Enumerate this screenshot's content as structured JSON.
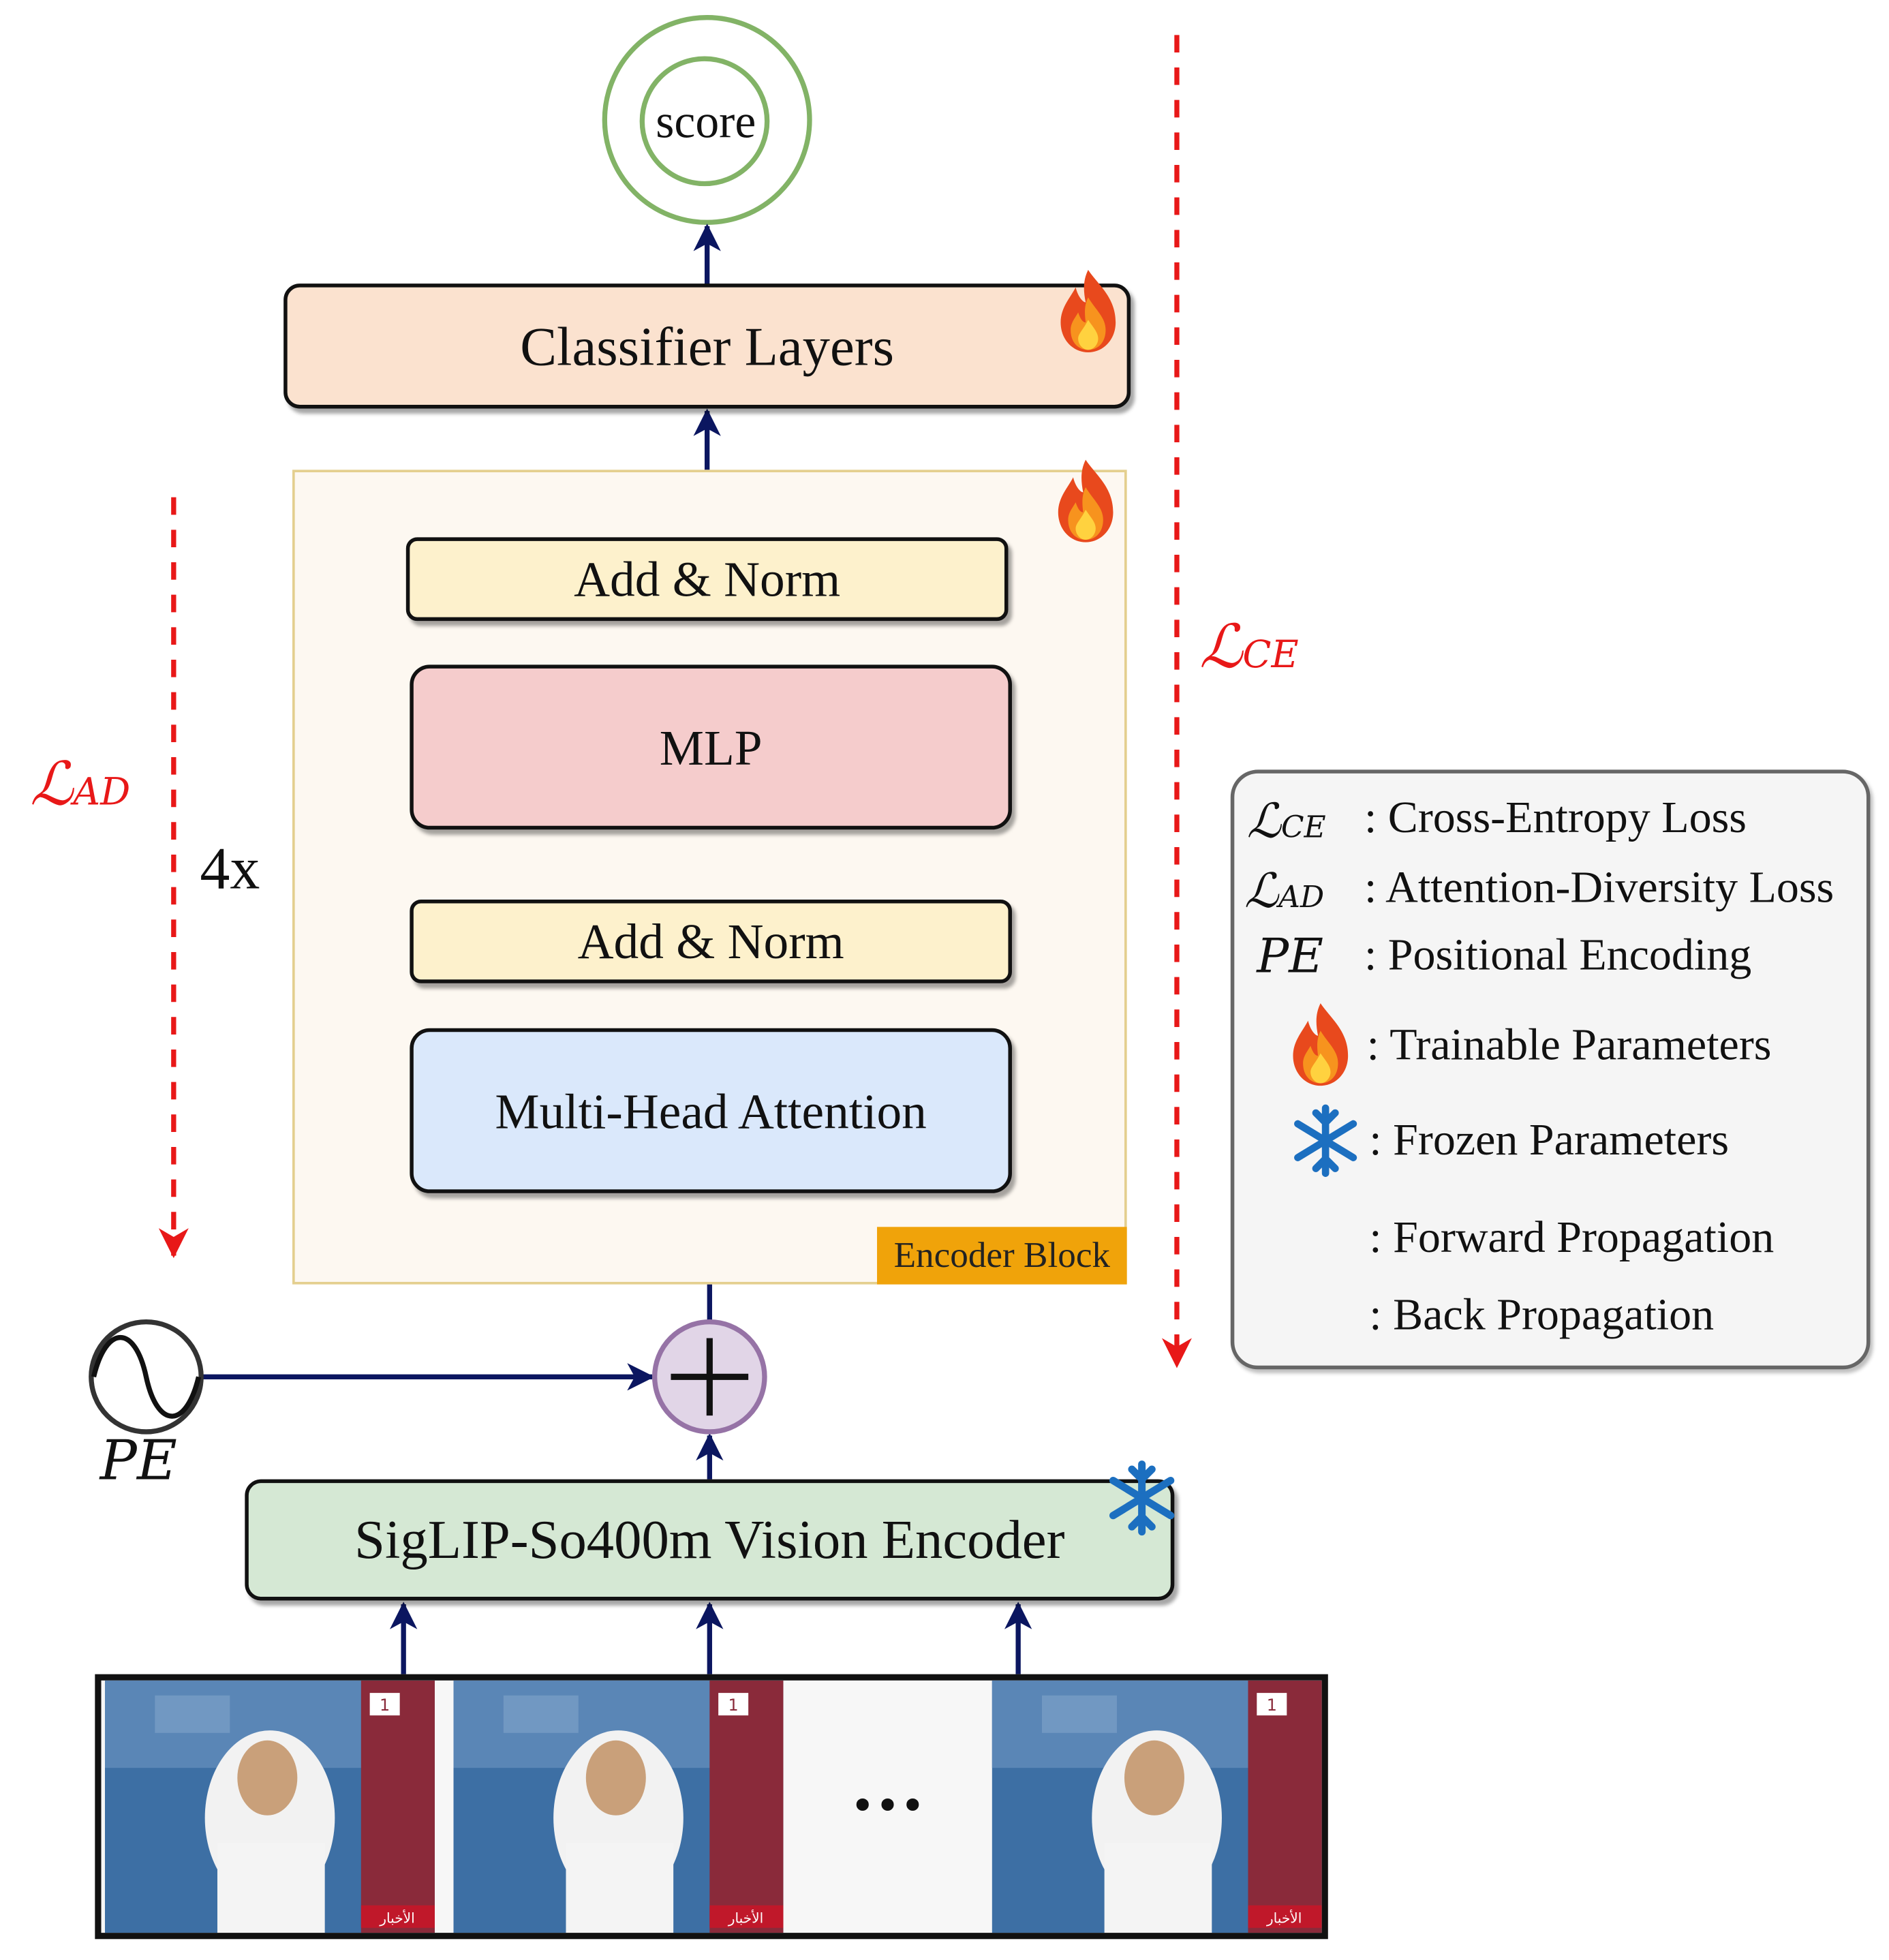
{
  "score_label": "score",
  "classifier_label": "Classifier Layers",
  "add_norm_top_label": "Add & Norm",
  "mlp_label": "MLP",
  "add_norm_bottom_label": "Add & Norm",
  "mha_label": "Multi-Head Attention",
  "encoder_block_label": "Encoder Block",
  "repeat_label": "4x",
  "loss_ad_symbol": "ℒ",
  "loss_ad_sub": "AD",
  "loss_ce_symbol": "ℒ",
  "loss_ce_sub": "CE",
  "pe_label": "PE",
  "vision_encoder_label": "SigLIP-So400m Vision Encoder",
  "ellipsis": "•••",
  "frame_overlay_text": "الأخبار",
  "frame_channel_badge": "1",
  "legend": {
    "ce_symbol": "ℒ",
    "ce_sub": "CE",
    "ce_text": ": Cross-Entropy Loss",
    "ad_symbol": "ℒ",
    "ad_sub": "AD",
    "ad_text": ": Attention-Diversity Loss",
    "pe_symbol": "PE",
    "pe_text": ": Positional Encoding",
    "trainable_text": ": Trainable Parameters",
    "frozen_text": ": Frozen Parameters",
    "forward_text": ": Forward Propagation",
    "back_text": ": Back Propagation"
  },
  "colors": {
    "forward_arrow": "#0b1660",
    "back_arrow": "#e81818",
    "classifier_fill": "#fbe2cf",
    "add_norm_fill": "#fdf1cc",
    "mlp_fill": "#f5cccc",
    "mha_fill": "#dae8fb",
    "vision_fill": "#d5e8d4",
    "encoder_block_fill": "#fdf8f1",
    "encoder_label_fill": "#f0a30a",
    "score_ring": "#82b366",
    "sum_fill": "#e1d5e7",
    "sum_stroke": "#9673a6",
    "legend_fill": "#f5f5f5"
  }
}
